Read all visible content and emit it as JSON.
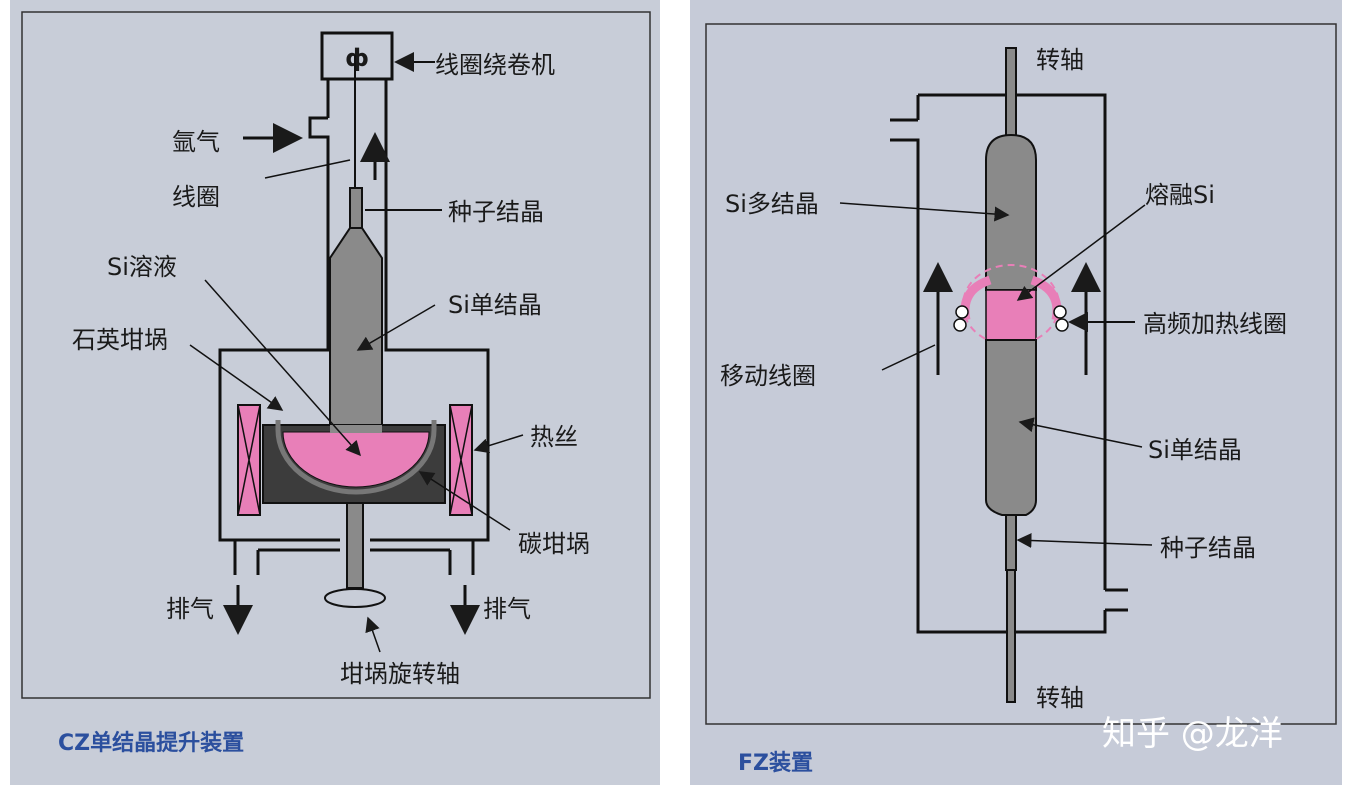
{
  "cz": {
    "caption": "CZ单结晶提升装置",
    "labels": {
      "coil_winder": "线圈绕卷机",
      "argon": "氩气",
      "coil": "线圈",
      "seed_crystal": "种子结晶",
      "si_solution": "Si溶液",
      "si_single_crystal": "Si单结晶",
      "quartz_crucible": "石英坩埚",
      "heater": "热丝",
      "carbon_crucible": "碳坩埚",
      "exhaust_left": "排气",
      "exhaust_right": "排气",
      "crucible_shaft": "坩埚旋转轴"
    }
  },
  "fz": {
    "caption": "FZ装置",
    "labels": {
      "shaft_top": "转轴",
      "si_poly": "Si多结晶",
      "molten_si": "熔融Si",
      "hf_coil": "高频加热线圈",
      "moving_coil": "移动线圈",
      "si_single": "Si单结晶",
      "seed": "种子结晶",
      "shaft_bottom": "转轴"
    }
  },
  "watermark": "知乎 @龙洋",
  "colors": {
    "background_cz": "#c8cdd8",
    "background_fz": "#c6cbd8",
    "crystal_gray": "#8a8a8a",
    "crucible_dark": "#3c3c3c",
    "melt_pink": "#e87fb8",
    "caption_blue": "#2b4f9e"
  }
}
